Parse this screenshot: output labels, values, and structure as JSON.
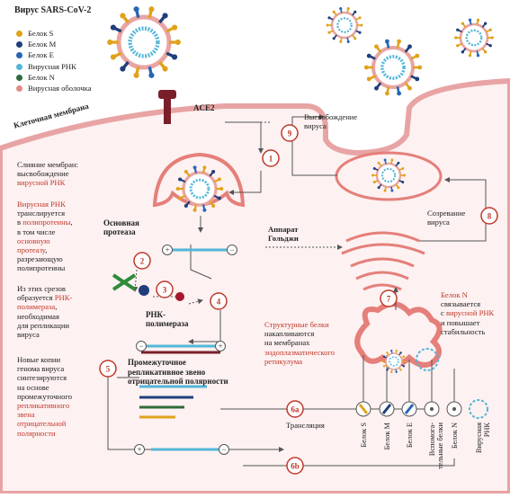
{
  "title": "Вирус SARS-CoV-2",
  "legend": [
    {
      "label": "Белок S",
      "color": "#e0a21c"
    },
    {
      "label": "Белок М",
      "color": "#1f3e7a"
    },
    {
      "label": "Белок Е",
      "color": "#2766b5"
    },
    {
      "label": "Вирусная РНК",
      "color": "#53b6d8"
    },
    {
      "label": "Белок N",
      "color": "#2e6b3a"
    },
    {
      "label": "Вирусная оболочка",
      "color": "#e58b86"
    }
  ],
  "membrane_label": "Клеточная мембрана",
  "receptor": "ACE2",
  "golgi": "Аппарат\nГольджи",
  "proteins_bottom": [
    "Белок S",
    "Белок М",
    "Белок Е",
    "Вспомога-\nтельные белки",
    "Белок N",
    "Вирусная\nРНК"
  ],
  "translation": "Трансляция",
  "steps": {
    "s1": "1",
    "s2": "2",
    "s3": "3",
    "s4": "4",
    "s5": "5",
    "s6a": "6a",
    "s6b": "6b",
    "s7": "7",
    "s8": "8",
    "s9": "9"
  },
  "labels": {
    "release": "Высвобождение\nвируса",
    "maturation": "Созревание\nвируса",
    "main_protease": "Основная\nпротеаза",
    "rna_polymerase": "РНК-\nполимераза",
    "intermediate": "Промежуточное\nрепликативное звено\nотрицательной полярности",
    "plus": "+",
    "minus": "−"
  },
  "notes": {
    "fusion_1": "Слияние мембран:\nвысвобождение",
    "fusion_2": "вирусной РНК",
    "tr_1": "Вирусная РНК",
    "tr_2": "транслируется\nв ",
    "tr_3": "полипротеины",
    "tr_4": ",\nв том числе\n",
    "tr_5": "основную\nпротеазу",
    "tr_6": ",\nразрезающую\nполипротеины",
    "cut_1": "Из этих срезов\nобразуется ",
    "cut_2": "РНК-\nполимераза",
    "cut_3": ",\nнеобходимая\nдля репликации\nвируса",
    "copy_1": "Новые копии\nгенома вируса\nсинтезируются\nна основе\nпромежуточного\n",
    "copy_2": "репликативного\nзвена\nотрицательной\nполярности",
    "struct_1": "Структурные белки",
    "struct_2": "\nнакапливаются\nна мембранах\n",
    "struct_3": "эндоплазматического\nретикулума",
    "n_1": "Белок N",
    "n_2": "\nсвязывается\nс ",
    "n_3": "вирусной РНК",
    "n_4": "\nи повышает\nстабильность"
  }
}
